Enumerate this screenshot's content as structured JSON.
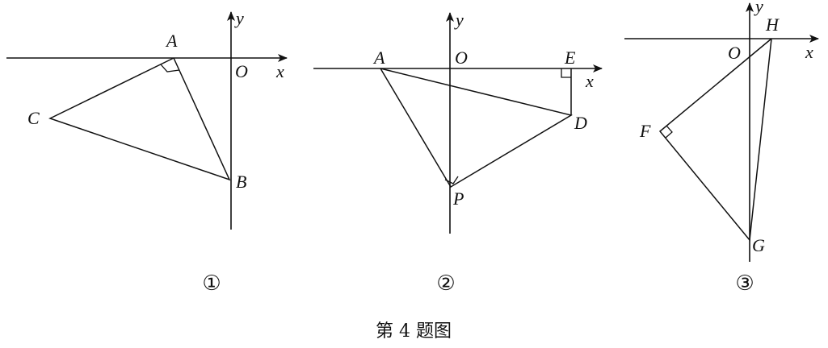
{
  "caption": "第 4 题图",
  "figures": [
    {
      "number": "①",
      "axes": {
        "x": "x",
        "y": "y",
        "origin": "O"
      },
      "points": {
        "A": "A",
        "B": "B",
        "C": "C"
      }
    },
    {
      "number": "②",
      "axes": {
        "x": "x",
        "y": "y",
        "origin": "O"
      },
      "points": {
        "A": "A",
        "D": "D",
        "E": "E",
        "P": "P"
      }
    },
    {
      "number": "③",
      "axes": {
        "x": "x",
        "y": "y",
        "origin": "O"
      },
      "points": {
        "F": "F",
        "G": "G",
        "H": "H"
      }
    }
  ]
}
